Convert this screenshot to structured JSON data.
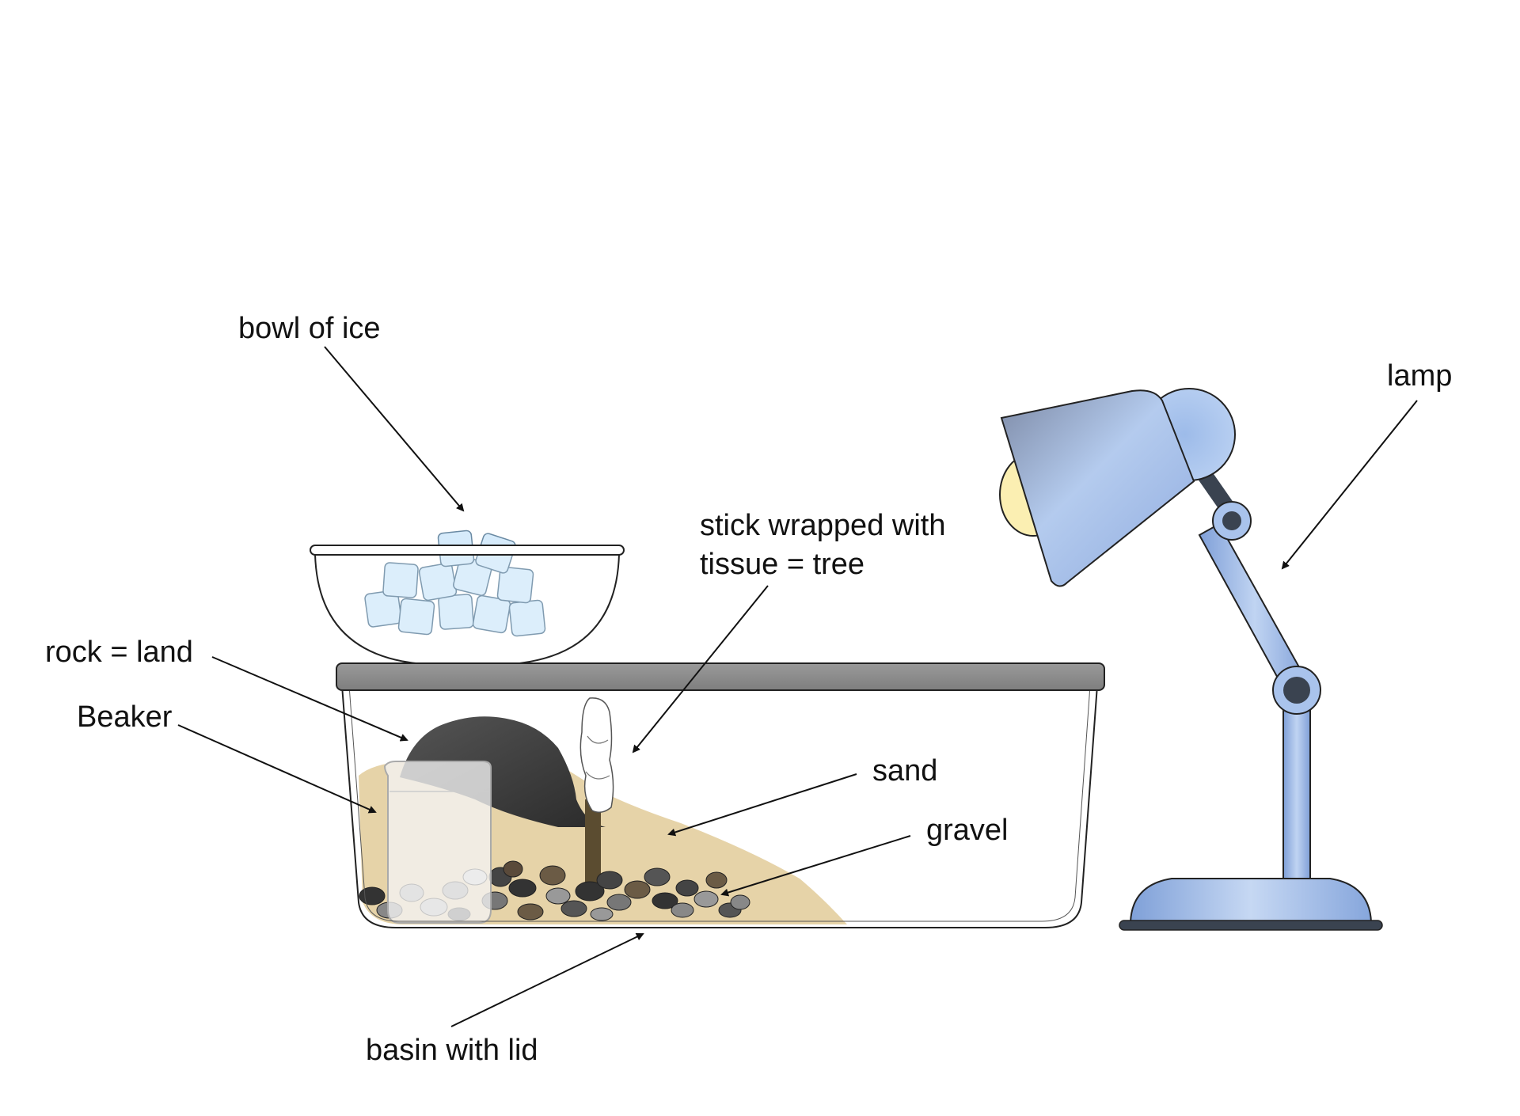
{
  "diagram": {
    "labels": {
      "bowl_of_ice": "bowl of ice",
      "lamp": "lamp",
      "stick_line1": "stick wrapped with",
      "stick_line2": "tissue = tree",
      "rock_land": "rock = land",
      "beaker": "Beaker",
      "sand": "sand",
      "gravel": "gravel",
      "basin_with_lid": "basin with lid"
    },
    "colors": {
      "lid": "#8e8e8e",
      "sand": "#e6d3a8",
      "rock": "#3b3b3b",
      "lamp_blue": "#a9c3ec",
      "lamp_dark": "#3a4350",
      "bulb": "#fbefb2",
      "ice": "#d8ecfb",
      "stick": "#5b4c30"
    }
  }
}
